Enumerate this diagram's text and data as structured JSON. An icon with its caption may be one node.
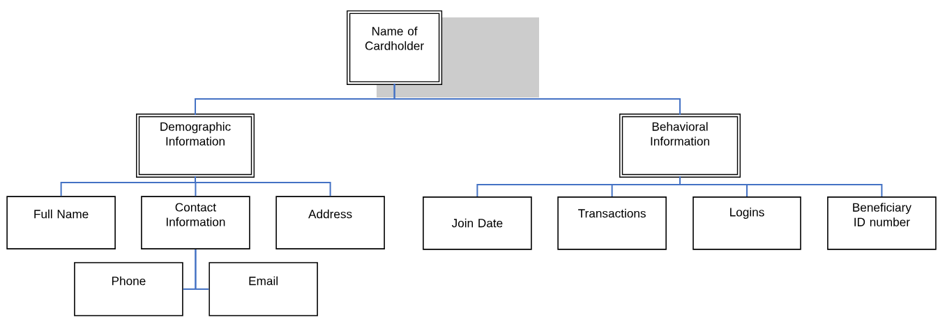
{
  "diagram": {
    "nodes": [
      {
        "text": [
          "Name of Cardholder"
        ]
      },
      {
        "text": [
          "Demographic Information"
        ]
      },
      {
        "text": [
          "Behavioral Information"
        ]
      },
      {
        "text": [
          "Full Name"
        ]
      },
      {
        "text": [
          "Contact Information"
        ]
      },
      {
        "text": [
          "Address"
        ]
      },
      {
        "text": [
          "Join Date"
        ]
      },
      {
        "text": [
          "Transactions"
        ]
      },
      {
        "text": [
          "Logins"
        ]
      },
      {
        "text": [
          "Beneficiary ID number"
        ]
      },
      {
        "text": [
          "Phone"
        ]
      },
      {
        "text": [
          "Email"
        ]
      }
    ],
    "edges": [
      {
        "from": 0,
        "to": 1,
        "arrow": "none"
      },
      {
        "from": 0,
        "to": 2,
        "arrow": "none"
      },
      {
        "from": 1,
        "to": 3,
        "arrow": "none"
      },
      {
        "from": 1,
        "to": 4,
        "arrow": "none"
      },
      {
        "from": 1,
        "to": 5,
        "arrow": "none"
      },
      {
        "from": 2,
        "to": 6,
        "arrow": "none"
      },
      {
        "from": 2,
        "to": 7,
        "arrow": "none"
      },
      {
        "from": 2,
        "to": 8,
        "arrow": "none"
      },
      {
        "from": 2,
        "to": 9,
        "arrow": "none"
      },
      {
        "from": 4,
        "to": 10,
        "arrow": "none"
      },
      {
        "from": 4,
        "to": 11,
        "arrow": "none"
      }
    ]
  }
}
